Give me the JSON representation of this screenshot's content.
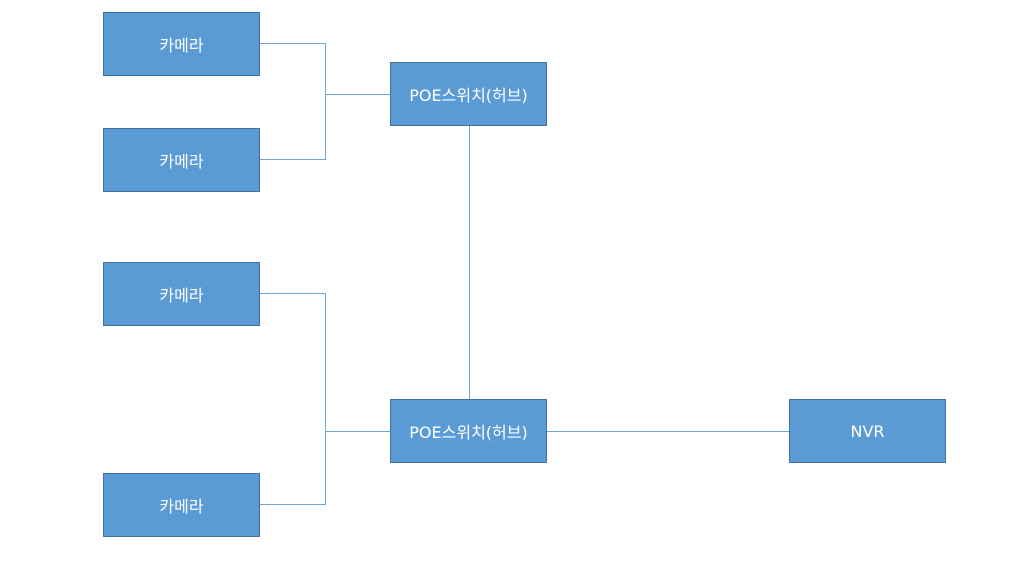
{
  "diagram": {
    "nodes": [
      {
        "id": "cam1",
        "label": "카메라"
      },
      {
        "id": "cam2",
        "label": "카메라"
      },
      {
        "id": "cam3",
        "label": "카메라"
      },
      {
        "id": "cam4",
        "label": "카메라"
      },
      {
        "id": "sw1",
        "label": "POE스위치(허브)"
      },
      {
        "id": "sw2",
        "label": "POE스위치(허브)"
      },
      {
        "id": "nvr",
        "label": "NVR"
      }
    ],
    "edges": [
      {
        "from": "cam1",
        "to": "sw1"
      },
      {
        "from": "cam2",
        "to": "sw1"
      },
      {
        "from": "cam3",
        "to": "sw2"
      },
      {
        "from": "cam4",
        "to": "sw2"
      },
      {
        "from": "sw1",
        "to": "sw2"
      },
      {
        "from": "sw2",
        "to": "nvr"
      }
    ],
    "colors": {
      "node_fill": "#5b9bd5",
      "node_border": "#41719c",
      "node_text": "#ffffff",
      "connector": "#6fa6d6"
    }
  }
}
